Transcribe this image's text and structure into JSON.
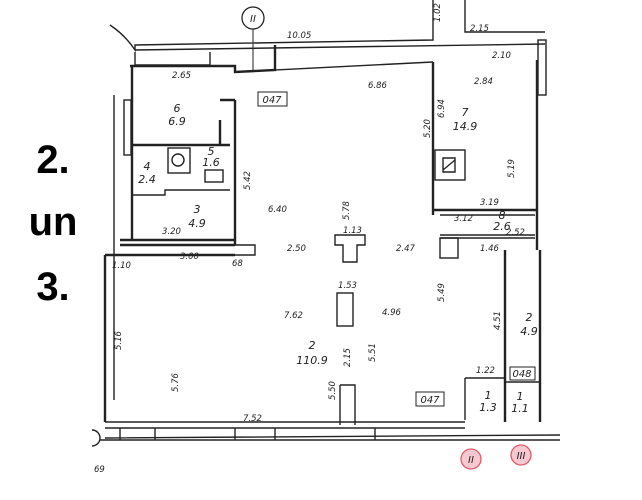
{
  "side_labels": [
    "2.",
    "un",
    "3."
  ],
  "axis_markers": {
    "top": "II",
    "bottom_left": "II",
    "bottom_right": "III",
    "marker_color": "#e05a6a"
  },
  "rooms": [
    {
      "num": "6",
      "area": "6.9"
    },
    {
      "num": "7",
      "area": "14.9"
    },
    {
      "num": "5",
      "area": "1.6"
    },
    {
      "num": "4",
      "area": "2.4"
    },
    {
      "num": "3",
      "area": "4.9"
    },
    {
      "num": "8",
      "area": "2.6"
    },
    {
      "num": "2",
      "area": "110.9"
    },
    {
      "num": "2",
      "area": "4.9"
    },
    {
      "num": "1",
      "area": "1.3"
    },
    {
      "num": "1",
      "area": "1.1"
    }
  ],
  "boxed_labels": [
    "047",
    "047",
    "048"
  ],
  "dimensions": [
    "10.05",
    "1.02",
    "2.15",
    "2.10",
    "2.65",
    "6.86",
    "2.84",
    "5.20",
    "6.94",
    "5.19",
    "3.19",
    "5.42",
    "6.40",
    "5.78",
    "3.20",
    "2.50",
    "1.13",
    "2.47",
    "3.12",
    "2.52",
    "1.46",
    "1.10",
    "3.00",
    "68",
    "1.53",
    "5.49",
    "7.62",
    "4.96",
    "4.51",
    "5.16",
    "5.76",
    "5.51",
    "2.15",
    "1.22",
    "5.50",
    "7.52",
    "69"
  ]
}
